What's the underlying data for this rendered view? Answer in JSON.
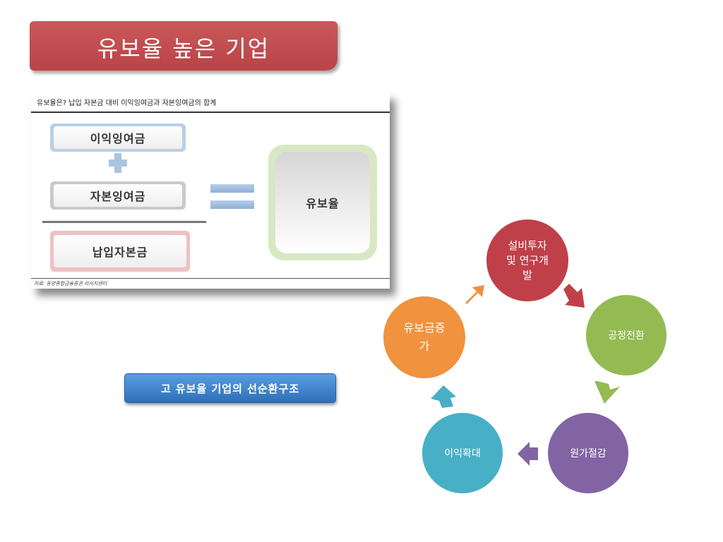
{
  "title": "유보율 높은 기업",
  "formula_panel": {
    "header": "유보율은? 납입 자본금 대비 이익잉여금과 자본잉여금의 합계",
    "retained_earnings": "이익잉여금",
    "capital_surplus": "자본잉여금",
    "paid_in_capital": "납입자본금",
    "result": "유보율",
    "source": "자료: 동양종합금융증권 리서치센터"
  },
  "cycle_button": "고 유보율 기업의 선순환구조",
  "cycle": {
    "capex": "설비투자\n및 연구개\n발",
    "process": "공정전환",
    "cost": "원가절감",
    "profit": "이익확대",
    "reserve": "유보금증\n가"
  },
  "colors": {
    "title_banner": "#c0494b",
    "capex": "#c0404a",
    "process": "#93bb52",
    "cost": "#8264a4",
    "profit": "#47b0c6",
    "reserve": "#f0923e",
    "button": "#3a7fca"
  }
}
